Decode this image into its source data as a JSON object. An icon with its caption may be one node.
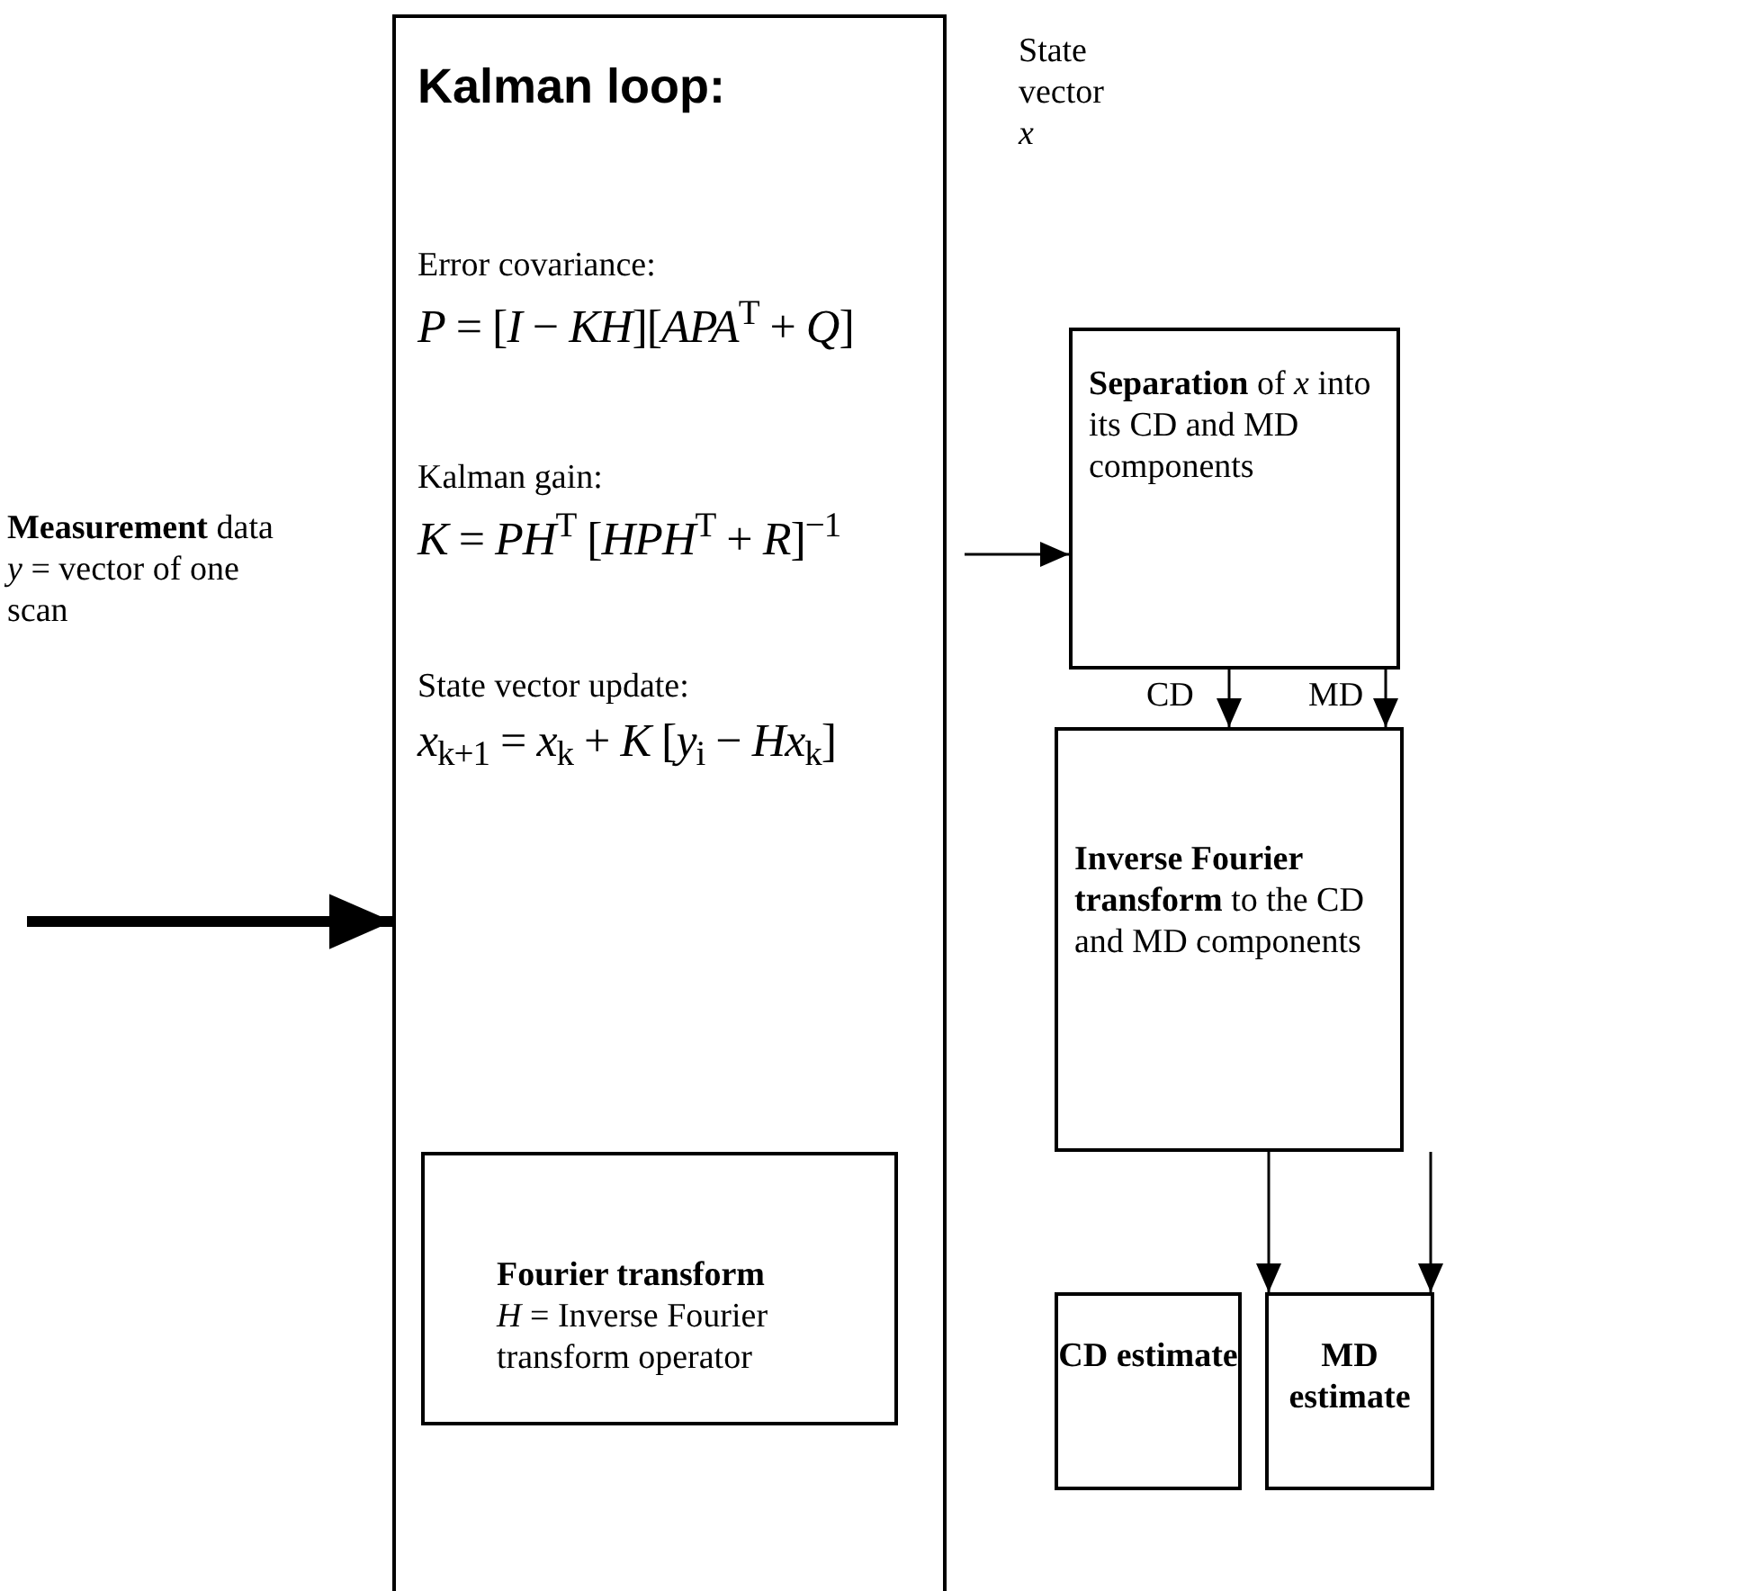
{
  "diagram": {
    "nodes": [
      {
        "text": [
          "Kalman loop:",
          "Error covariance:",
          "*P* = [*I* − *KH*][*APA*$^{T}$ + *Q*]",
          "Kalman gain:",
          "*K* = *PH*$^{T}$ [*HPH*$^{T}$ + *R*]$^{−1}$",
          "State vector update:",
          "*x*$_{k+1}$ = *x*$_{k}$ + *K* [*y*$_{i}$ − *Hx*$_{k}$]"
        ]
      },
      {
        "text": [
          "Fourier transform",
          "*H* = Inverse Fourier transform operator"
        ],
        "in": 0
      },
      {
        "text": [
          "**Separation** of *x* into its CD and MD components"
        ]
      },
      {
        "text": [
          "**Inverse Fourier transform** to the CD and MD components"
        ]
      },
      {
        "text": [
          "CD estimate"
        ]
      },
      {
        "text": [
          "MD estimate"
        ]
      }
    ],
    "edges": [
      {
        "from": null,
        "to": 0,
        "arrow": "to",
        "style": "thick"
      },
      {
        "from": 0,
        "to": 2,
        "arrow": "to"
      },
      {
        "from": 2,
        "to": 3,
        "arrow": "to",
        "label": "CD"
      },
      {
        "from": 2,
        "to": 3,
        "arrow": "to",
        "label": "MD"
      },
      {
        "from": 3,
        "to": 4,
        "arrow": "to"
      },
      {
        "from": 3,
        "to": 5,
        "arrow": "to"
      }
    ],
    "labels": [
      "**Measurement** data *y* = vector of one scan",
      "State vector *x*"
    ]
  }
}
